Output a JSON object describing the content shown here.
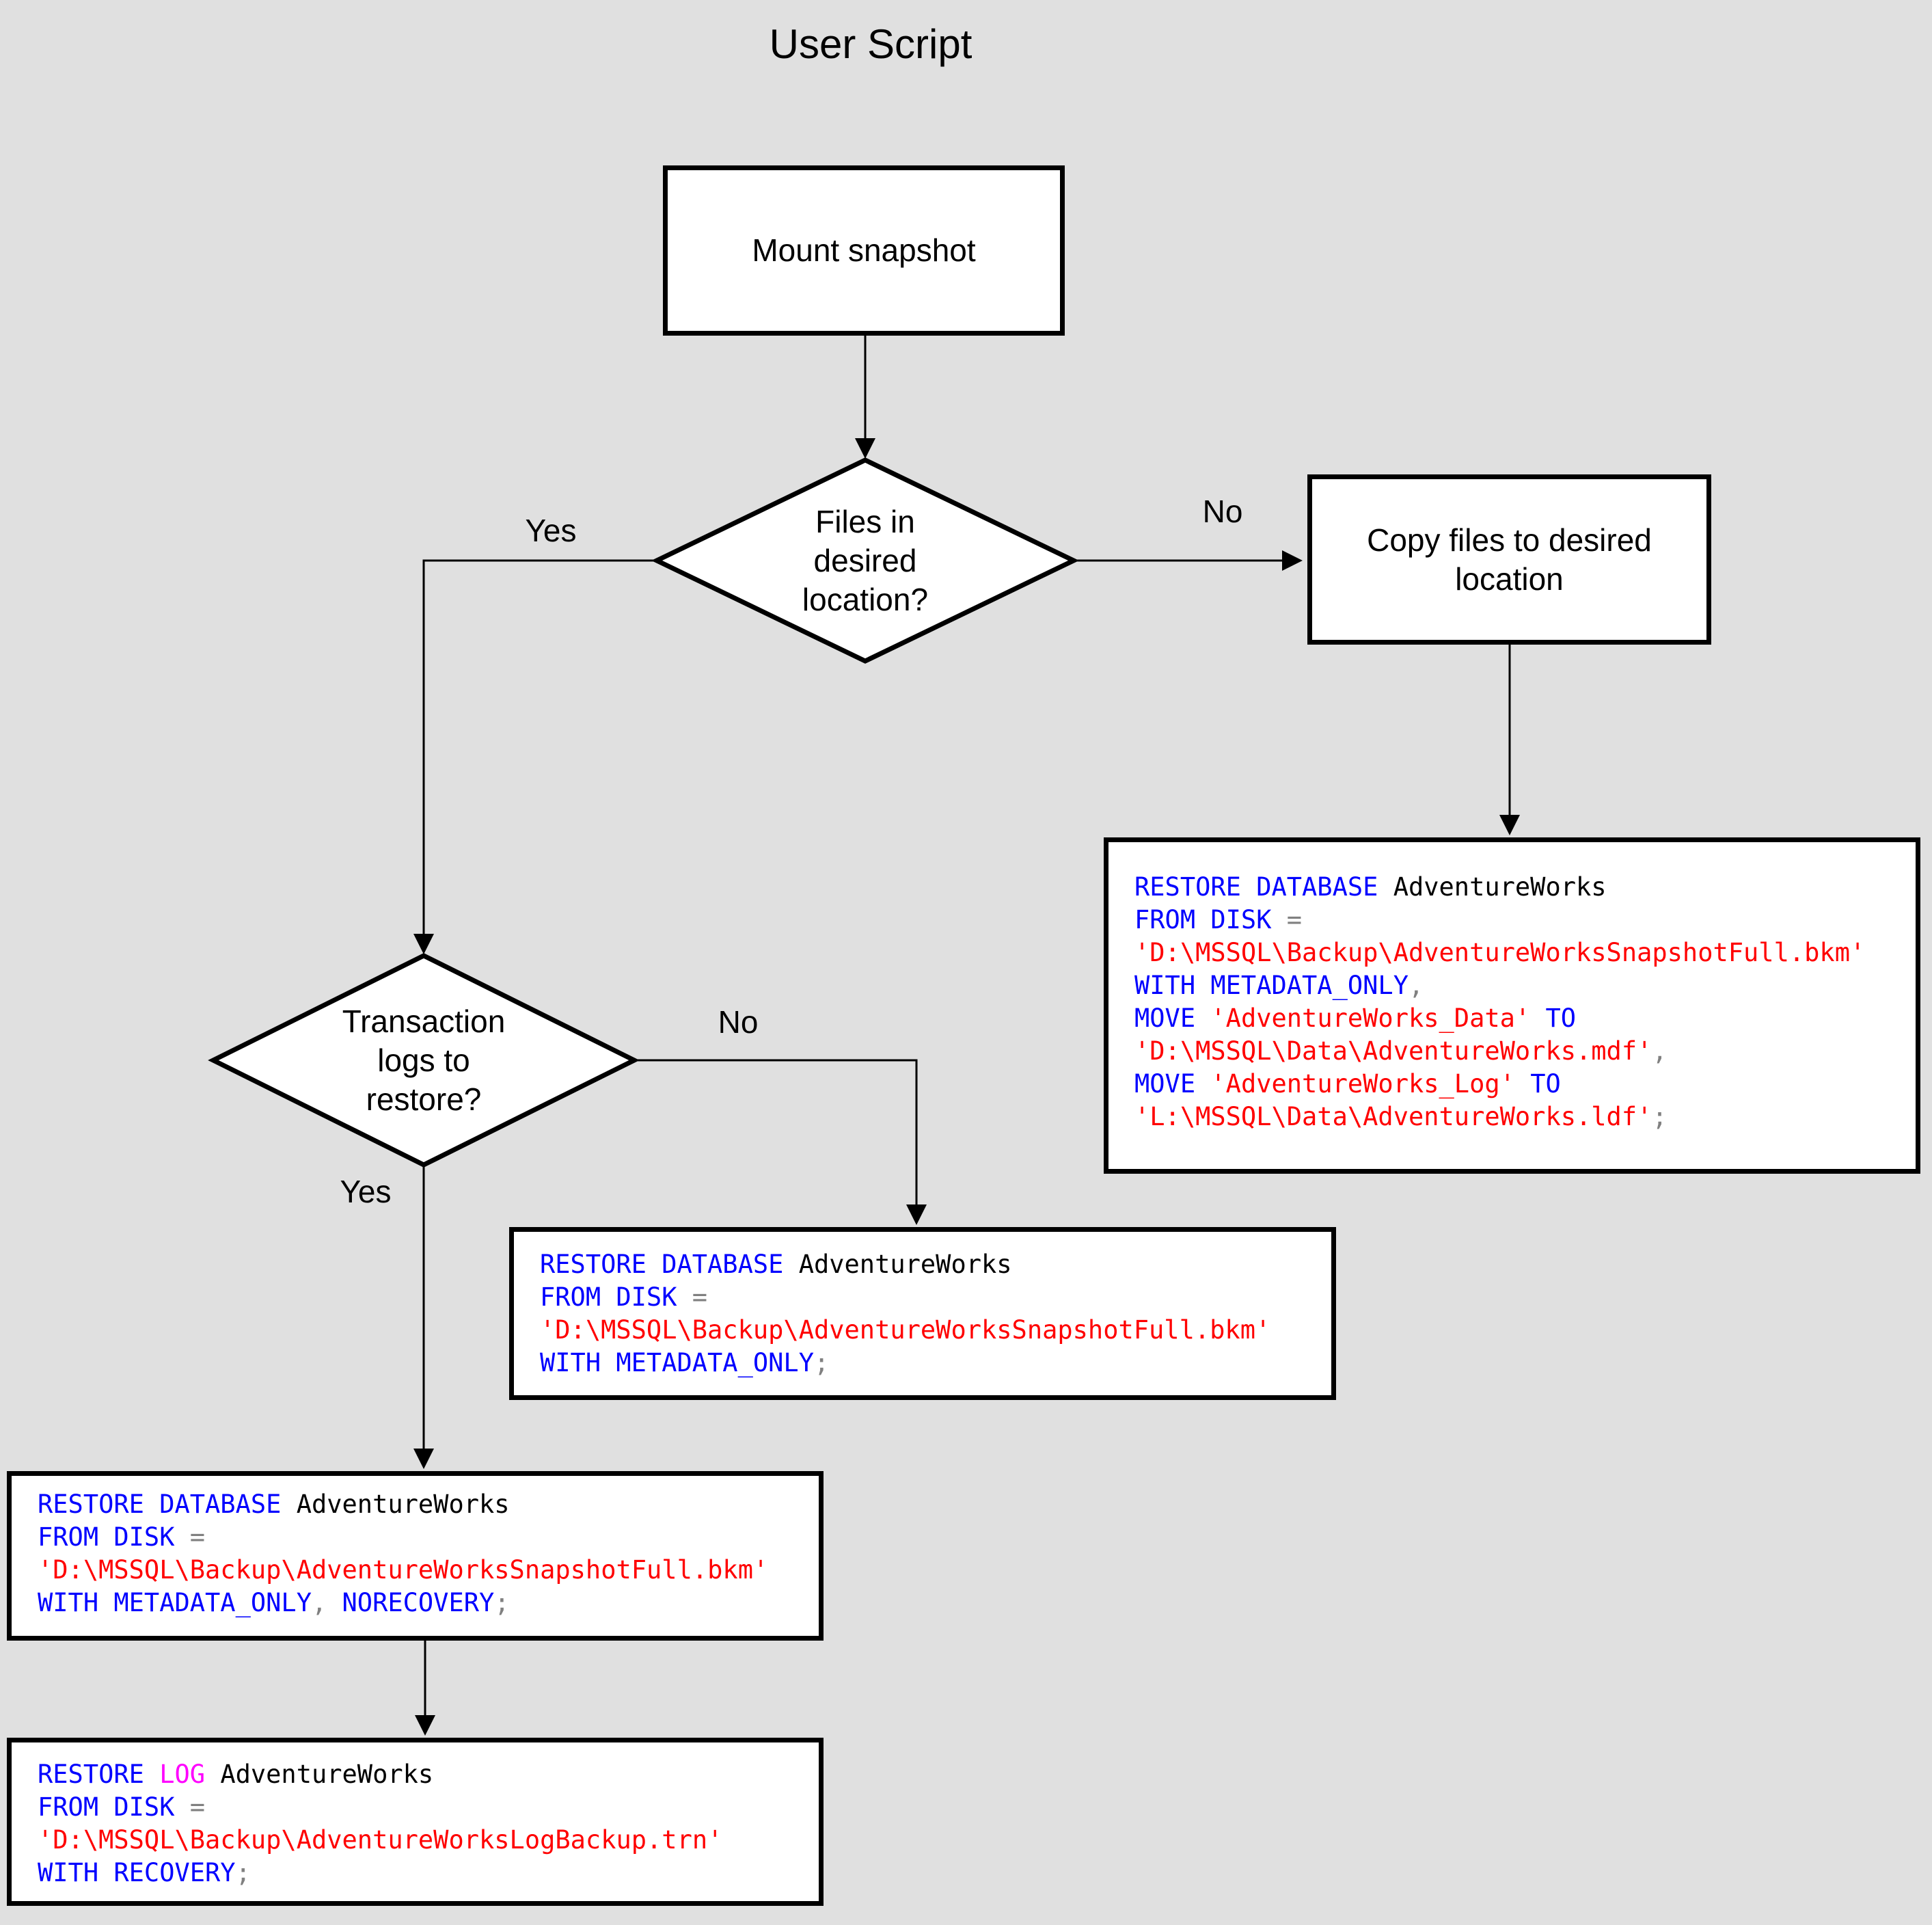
{
  "title": "User Script",
  "colors": {
    "kw": "#0000ff",
    "str": "#ff0000",
    "op": "#808080",
    "logkw": "#ff00ff",
    "id": "#000000",
    "line": "#000000",
    "shape_fill": "#ffffff",
    "shape_stroke": "#000000",
    "background": "#e0e0e0"
  },
  "nodes": {
    "mount_snapshot": {
      "label": "Mount snapshot"
    },
    "files_decision": {
      "label": "Files in\ndesired\nlocation?"
    },
    "copy_files": {
      "label": "Copy files to desired\nlocation"
    },
    "logs_decision": {
      "label": "Transaction\nlogs to\nrestore?"
    }
  },
  "edge_labels": {
    "files_yes": "Yes",
    "files_no": "No",
    "logs_no": "No",
    "logs_yes": "Yes"
  },
  "code_boxes": {
    "restore_move": {
      "lines": [
        [
          {
            "c": "kw",
            "t": "RESTORE DATABASE"
          },
          {
            "c": "id",
            "t": " AdventureWorks"
          }
        ],
        [
          {
            "c": "kw",
            "t": "FROM DISK"
          },
          {
            "c": "op",
            "t": " ="
          }
        ],
        [
          {
            "c": "str",
            "t": "'D:\\MSSQL\\Backup\\AdventureWorksSnapshotFull.bkm'"
          }
        ],
        [
          {
            "c": "kw",
            "t": "WITH METADATA_ONLY"
          },
          {
            "c": "op",
            "t": ","
          }
        ],
        [
          {
            "c": "kw",
            "t": "MOVE "
          },
          {
            "c": "str",
            "t": "'AdventureWorks_Data'"
          },
          {
            "c": "kw",
            "t": " TO"
          }
        ],
        [
          {
            "c": "str",
            "t": "'D:\\MSSQL\\Data\\AdventureWorks.mdf'"
          },
          {
            "c": "op",
            "t": ","
          }
        ],
        [
          {
            "c": "kw",
            "t": "MOVE "
          },
          {
            "c": "str",
            "t": "'AdventureWorks_Log'"
          },
          {
            "c": "kw",
            "t": " TO"
          }
        ],
        [
          {
            "c": "str",
            "t": "'L:\\MSSQL\\Data\\AdventureWorks.ldf'"
          },
          {
            "c": "op",
            "t": ";"
          }
        ]
      ]
    },
    "restore_metadata": {
      "lines": [
        [
          {
            "c": "kw",
            "t": "RESTORE DATABASE"
          },
          {
            "c": "id",
            "t": " AdventureWorks"
          }
        ],
        [
          {
            "c": "kw",
            "t": "FROM DISK"
          },
          {
            "c": "op",
            "t": " ="
          }
        ],
        [
          {
            "c": "str",
            "t": "'D:\\MSSQL\\Backup\\AdventureWorksSnapshotFull.bkm'"
          }
        ],
        [
          {
            "c": "kw",
            "t": "WITH METADATA_ONLY"
          },
          {
            "c": "op",
            "t": ";"
          }
        ]
      ]
    },
    "restore_norecovery": {
      "lines": [
        [
          {
            "c": "kw",
            "t": "RESTORE DATABASE"
          },
          {
            "c": "id",
            "t": " AdventureWorks"
          }
        ],
        [
          {
            "c": "kw",
            "t": "FROM DISK"
          },
          {
            "c": "op",
            "t": " ="
          }
        ],
        [
          {
            "c": "str",
            "t": "'D:\\MSSQL\\Backup\\AdventureWorksSnapshotFull.bkm'"
          }
        ],
        [
          {
            "c": "kw",
            "t": "WITH METADATA_ONLY"
          },
          {
            "c": "op",
            "t": ","
          },
          {
            "c": "kw",
            "t": " NORECOVERY"
          },
          {
            "c": "op",
            "t": ";"
          }
        ]
      ]
    },
    "restore_log": {
      "lines": [
        [
          {
            "c": "kw",
            "t": "RESTORE "
          },
          {
            "c": "logkw",
            "t": "LOG"
          },
          {
            "c": "id",
            "t": " AdventureWorks"
          }
        ],
        [
          {
            "c": "kw",
            "t": "FROM DISK"
          },
          {
            "c": "op",
            "t": " ="
          }
        ],
        [
          {
            "c": "str",
            "t": "'D:\\MSSQL\\Backup\\AdventureWorksLogBackup.trn'"
          }
        ],
        [
          {
            "c": "kw",
            "t": "WITH RECOVERY"
          },
          {
            "c": "op",
            "t": ";"
          }
        ]
      ]
    }
  }
}
